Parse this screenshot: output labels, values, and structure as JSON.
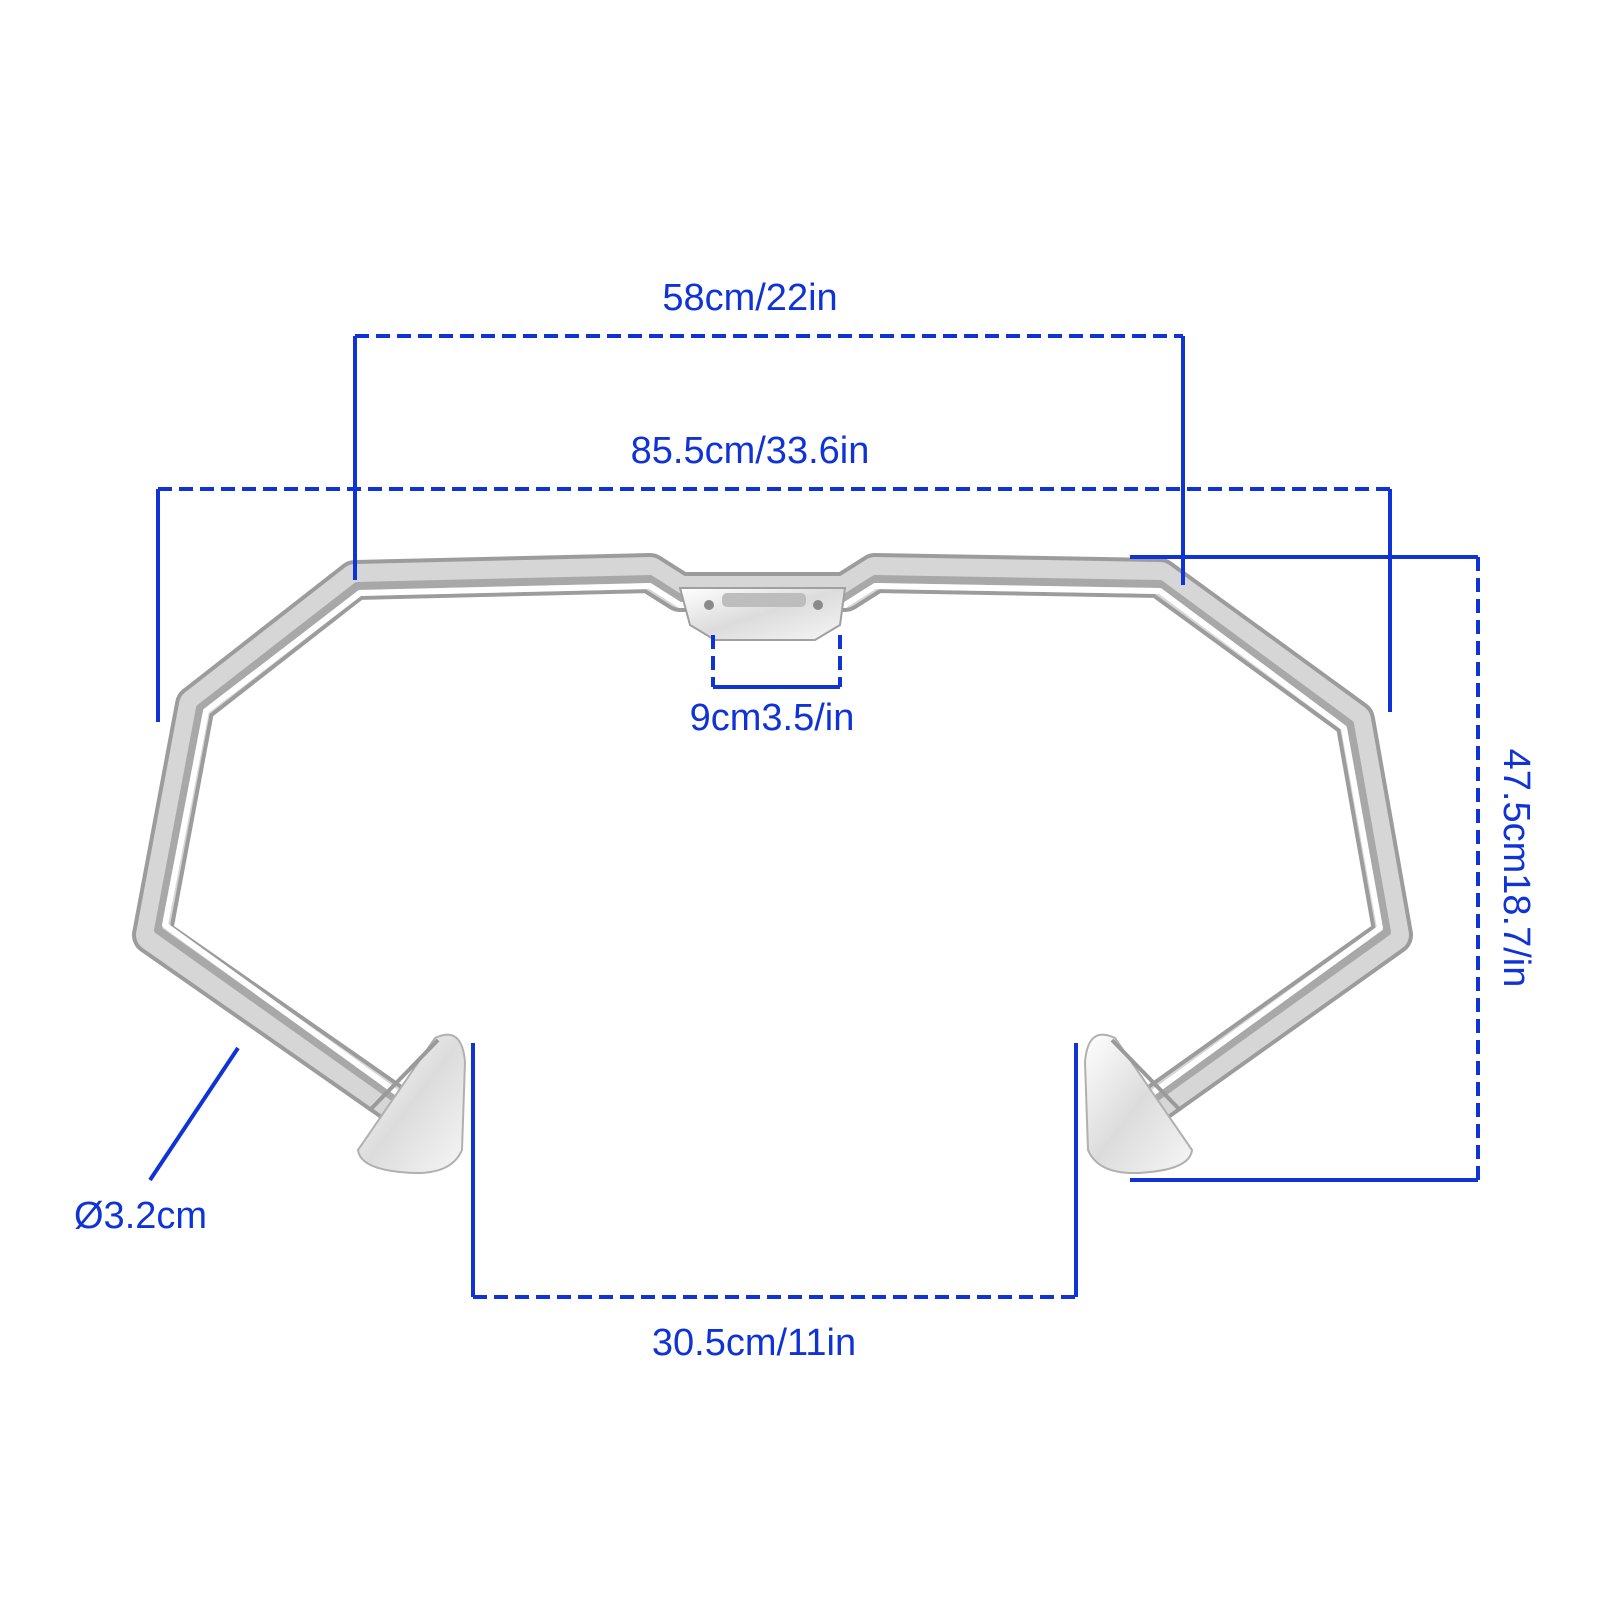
{
  "diagram": {
    "accent_color": "#1033d6",
    "chrome_color": "#d9d9d9",
    "dimensions": {
      "inner_top_width": "58cm/22in",
      "outer_width": "85.5cm/33.6in",
      "mount_plate_width": "9cm3.5/in",
      "height": "47.5cm18.7/in",
      "tube_diameter": "Ø3.2cm",
      "bottom_opening_width": "30.5cm/11in"
    }
  }
}
